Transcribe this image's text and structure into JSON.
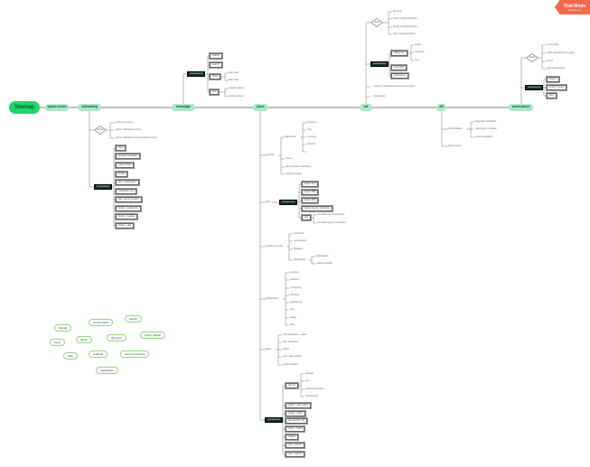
{
  "badge": {
    "title": "Trial Mode",
    "subtitle": "Upgrade now"
  },
  "main": {
    "sitemap": "Sitemap",
    "splash": "splash screen",
    "onboarding": "onboarding",
    "homepage": "homepage",
    "place": "place",
    "bot": "bot",
    "ar": "AR",
    "saved": "saved places"
  },
  "onboarding": {
    "states_label": "states",
    "states": [
      "welcome screen",
      "alerts notification screen",
      "alerts notification ask permission screen"
    ],
    "components_label": "components",
    "components": [
      "logo",
      "greeting message",
      "page control",
      "image",
      "text - explanation",
      "notification box",
      "text - terms & policy",
      "button - enable bot",
      "button - register",
      "button - skip"
    ]
  },
  "homepage": {
    "components_label": "components",
    "header": "header",
    "search": "search",
    "filters": "filters",
    "filters_items": [
      "map view",
      "filter view"
    ],
    "lists": "lists",
    "lists_items": [
      "popular places",
      "nearby places"
    ]
  },
  "place": {
    "general": "general",
    "helpful_info": "helpful info",
    "helpful_items": [
      "timezone",
      "duty",
      "currency",
      "internet",
      "..."
    ],
    "general_items": [
      "money",
      "law & culture restrictions",
      "entrance & stay"
    ],
    "sos": "SOS",
    "sos_components_label": "components",
    "sos_components": [
      "button 112",
      "button 999",
      "button 000",
      "button country institution"
    ],
    "sos_text": "text",
    "sos_text_items": [
      "info about connection fees",
      "info about type of a number"
    ],
    "health": "health & security",
    "health_items": [
      "insurance",
      "vaccinations",
      "illnesses"
    ],
    "pharmacies": "pharmacies",
    "pharmacies_items": [
      "pharmacies",
      "nearby hospital"
    ],
    "phrasebook": "phrasebook",
    "phrasebook_items": [
      "common",
      "welcome",
      "emergency",
      "transport",
      "sightseeing",
      "time",
      "dating",
      "food"
    ],
    "alerts": "alerts",
    "alerts_items": [
      "how dangerous - nation",
      "alert statement",
      "where",
      "time - date update",
      "documentation"
    ],
    "components_label": "components",
    "tab_bar": "tab bar",
    "tab_bar_items": [
      "general",
      "sos",
      "Health & Security",
      "Phrasebook"
    ],
    "components": [
      "button - save place",
      "image - place",
      "tab specific info",
      "button - back",
      "header",
      "icon - search",
      "icon - search"
    ]
  },
  "bot": {
    "states_label": "states",
    "states": [
      "first time",
      "before typing/recording",
      "during typing/recording",
      "after typing/recording"
    ],
    "components_label": "components",
    "dialog_box": "dialog box",
    "dialog_items": [
      "avatar",
      "message",
      "time"
    ],
    "components": [
      "input field",
      "interactions"
    ],
    "stories": "stories for frequent questions and cases",
    "interactions": "interactions"
  },
  "ar": {
    "functionalities": "functionalities",
    "functionalities_items": [
      "language translation",
      "description of places",
      "visual navigation"
    ],
    "access_view": "access view"
  },
  "saved": {
    "states_label": "states",
    "states": [
      "empty state",
      "while searching for a place",
      "saved",
      "opened keyboard"
    ],
    "components_label": "components",
    "components": [
      "search",
      "search results",
      "filter"
    ]
  },
  "extras": [
    "tutorial",
    "empty states",
    "search",
    "log in",
    "about",
    "404 error",
    "pull to refresh",
    "help",
    "loadings",
    "terms & services",
    "registration"
  ]
}
